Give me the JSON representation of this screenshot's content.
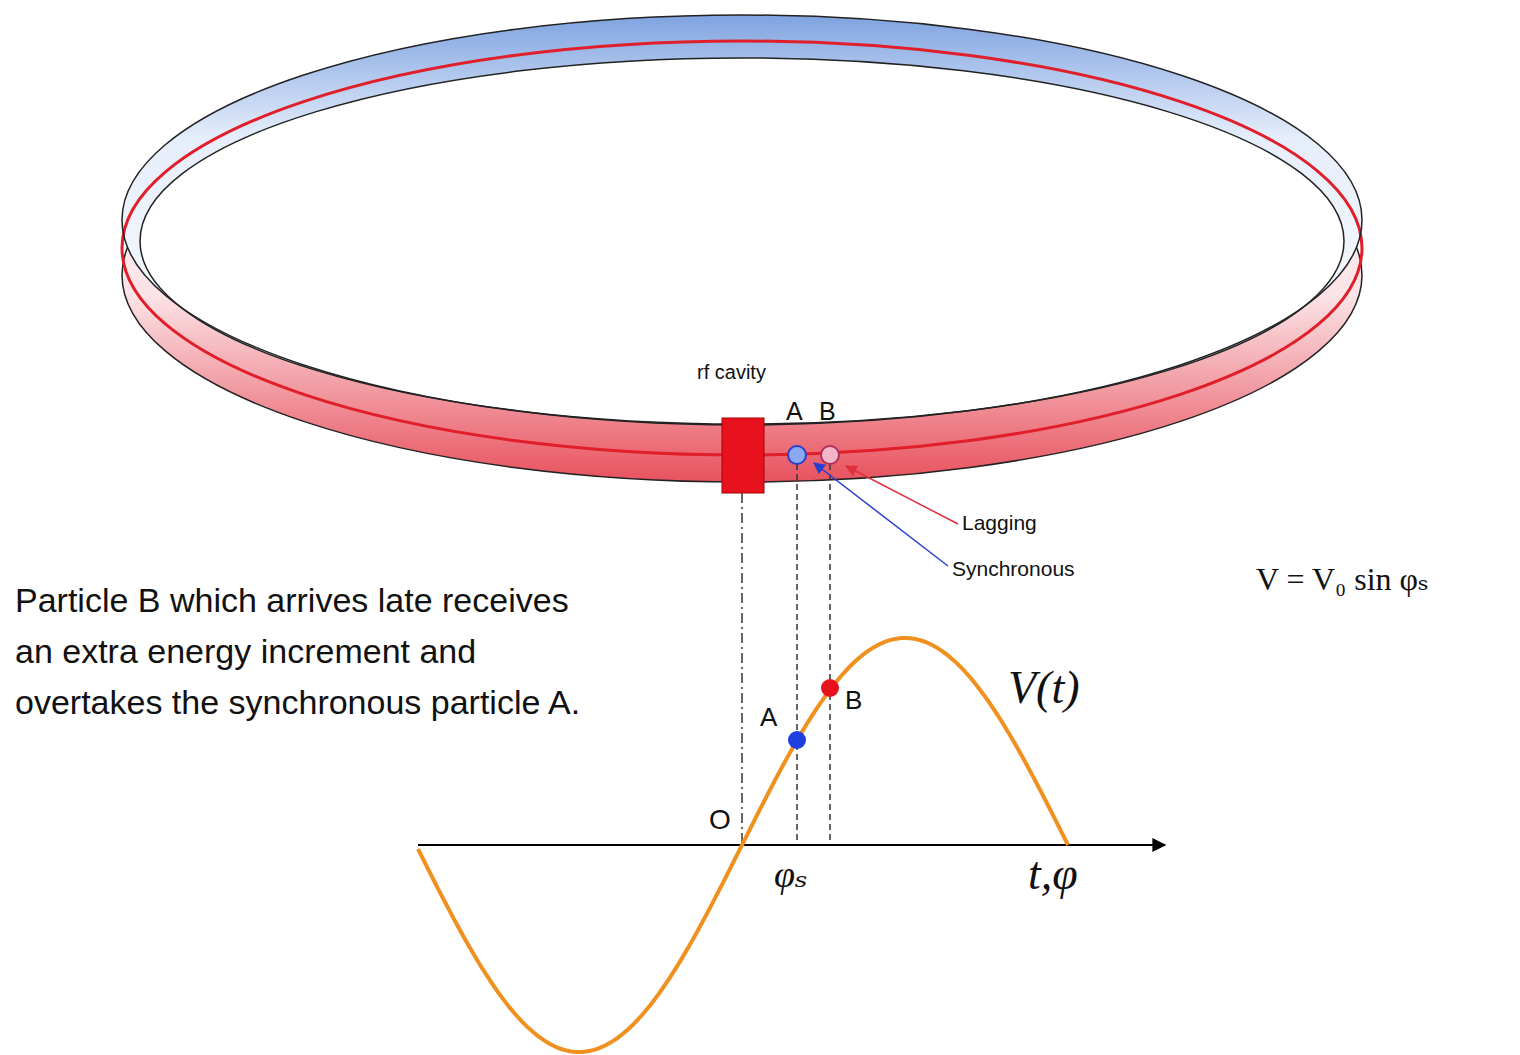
{
  "diagram": {
    "labels": [
      "rf cavity",
      "A",
      "B",
      "Lagging",
      "Synchronous",
      "Particle B which arrives late receives an extra energy increment and overtakes the synchronous particle A.",
      "V = V₀ sin φₛ",
      "V(t)",
      "A",
      "B",
      "O",
      "φₛ",
      "t,φ"
    ]
  }
}
